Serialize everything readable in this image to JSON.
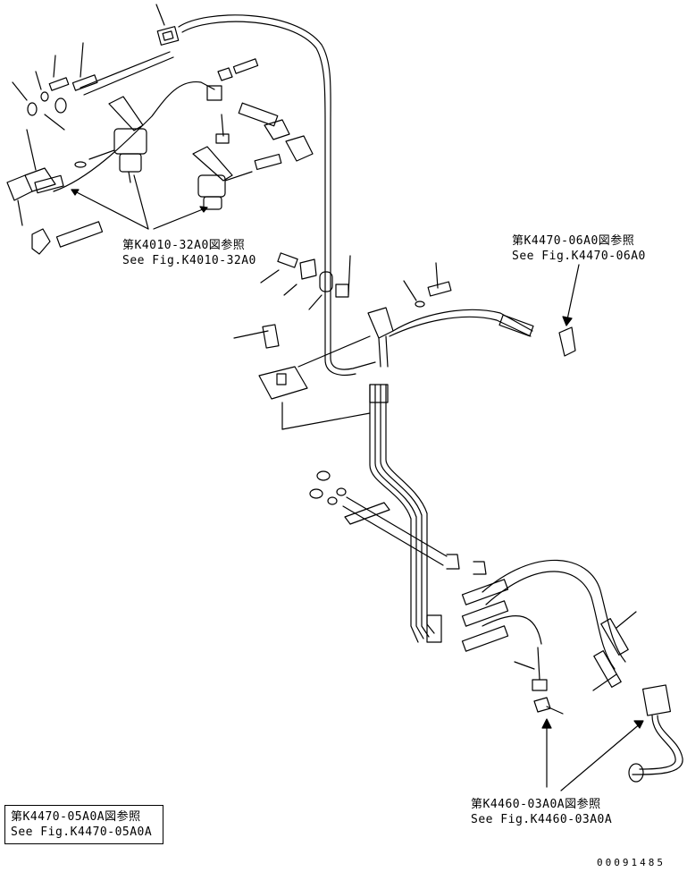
{
  "references": {
    "k4010": {
      "jp": "第K4010-32A0図参照",
      "en": "See Fig.K4010-32A0"
    },
    "k4470_06": {
      "jp": "第K4470-06A0図参照",
      "en": "See Fig.K4470-06A0"
    },
    "k4460": {
      "jp": "第K4460-03A0A図参照",
      "en": "See Fig.K4460-03A0A"
    },
    "k4470_05": {
      "jp": "第K4470-05A0A図参照",
      "en": "See Fig.K4470-05A0A"
    }
  },
  "drawing_number": "00091485"
}
